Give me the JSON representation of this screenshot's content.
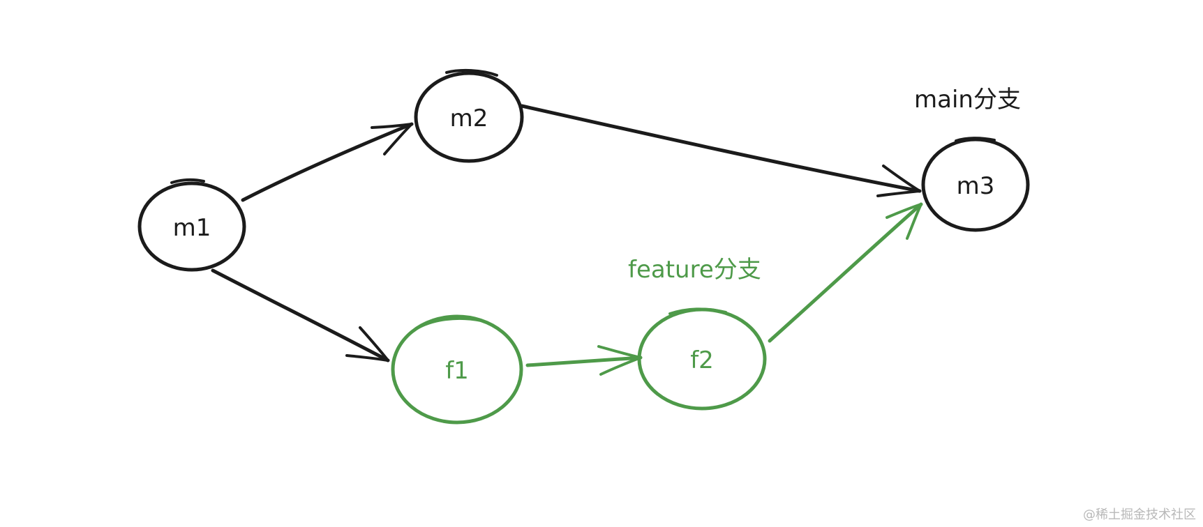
{
  "colors": {
    "main": "#1b1b1b",
    "feature": "#4e9a49",
    "watermark": "#b8b8b8"
  },
  "branches": {
    "main_label": "main分支",
    "feature_label": "feature分支"
  },
  "nodes": [
    {
      "id": "m1",
      "label": "m1",
      "branch": "main"
    },
    {
      "id": "m2",
      "label": "m2",
      "branch": "main"
    },
    {
      "id": "m3",
      "label": "m3",
      "branch": "main"
    },
    {
      "id": "f1",
      "label": "f1",
      "branch": "feature"
    },
    {
      "id": "f2",
      "label": "f2",
      "branch": "feature"
    }
  ],
  "edges": [
    {
      "from": "m1",
      "to": "m2",
      "branch": "main"
    },
    {
      "from": "m2",
      "to": "m3",
      "branch": "main"
    },
    {
      "from": "m1",
      "to": "f1",
      "branch": "main"
    },
    {
      "from": "f1",
      "to": "f2",
      "branch": "feature"
    },
    {
      "from": "f2",
      "to": "m3",
      "branch": "feature"
    }
  ],
  "watermark": "@稀土掘金技术社区"
}
